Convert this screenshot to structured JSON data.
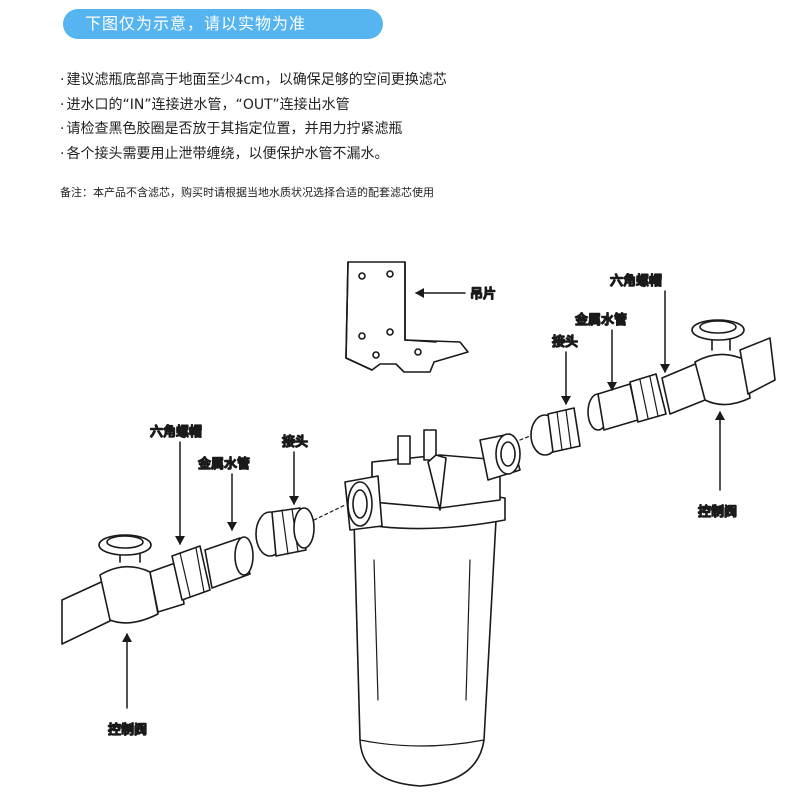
{
  "banner": "下图仅为示意，请以实物为准",
  "notes": [
    "建议滤瓶底部高于地面至少4cm，以确保足够的空间更换滤芯",
    "进水口的“IN”连接进水管，“OUT”连接出水管",
    "请检查黑色胶圈是否放于其指定位置，并用力拧紧滤瓶",
    "各个接头需要用止泄带缠绕，以便保护水管不漏水。"
  ],
  "remark": "备注：本产品不含滤芯，购买时请根据当地水质状况选择合适的配套滤芯使用",
  "labels": {
    "bracket": "吊片",
    "hex_nut_right": "六角螺帽",
    "metal_pipe_right": "金属水管",
    "connector_right": "接头",
    "valve_right": "控制阀",
    "hex_nut_left": "六角螺帽",
    "metal_pipe_left": "金属水管",
    "connector_left": "接头",
    "valve_left": "控制阀"
  }
}
